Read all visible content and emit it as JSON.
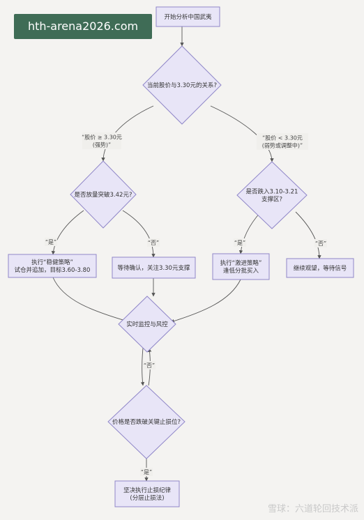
{
  "watermark": {
    "site": "hth-arena2026.com",
    "brand": "雪球：六道轮回技术派"
  },
  "nodes": {
    "start": {
      "lines": [
        "开始分析中国武夷"
      ]
    },
    "q_price": {
      "lines": [
        "当前股价与3.30元的关系?"
      ]
    },
    "q_breakout": {
      "lines": [
        "是否放量突破3.42元?"
      ]
    },
    "q_support": {
      "lines": [
        "是否跌入3.10-3.21",
        "支撑区?"
      ]
    },
    "a_steady": {
      "lines": [
        "执行“稳健策略”",
        "试仓并追加，目标3.60-3.80"
      ]
    },
    "a_wait_confirm": {
      "lines": [
        "等待确认，关注3.30元支撑"
      ]
    },
    "a_aggressive": {
      "lines": [
        "执行“激进策略”",
        "逢低分批买入"
      ]
    },
    "a_keep_watch": {
      "lines": [
        "继续观望，等待信号"
      ]
    },
    "monitor": {
      "lines": [
        "实时监控与风控"
      ]
    },
    "q_stoploss": {
      "lines": [
        "价格是否跌破关键止损位?"
      ]
    },
    "end": {
      "lines": [
        "坚决执行止损纪律",
        "(分层止损法)"
      ]
    }
  },
  "edges": {
    "ge": {
      "lines": [
        "“股价 ≥ 3.30元",
        "(强势)”"
      ]
    },
    "lt": {
      "lines": [
        "“股价 < 3.30元",
        "(弱势或调整中)”"
      ]
    },
    "yes1": {
      "lines": [
        "“是”"
      ]
    },
    "no1": {
      "lines": [
        "“否”"
      ]
    },
    "yes2": {
      "lines": [
        "“是”"
      ]
    },
    "no2": {
      "lines": [
        "“否”"
      ]
    },
    "no3": {
      "lines": [
        "“否”"
      ]
    },
    "yes3": {
      "lines": [
        "“是”"
      ]
    }
  }
}
